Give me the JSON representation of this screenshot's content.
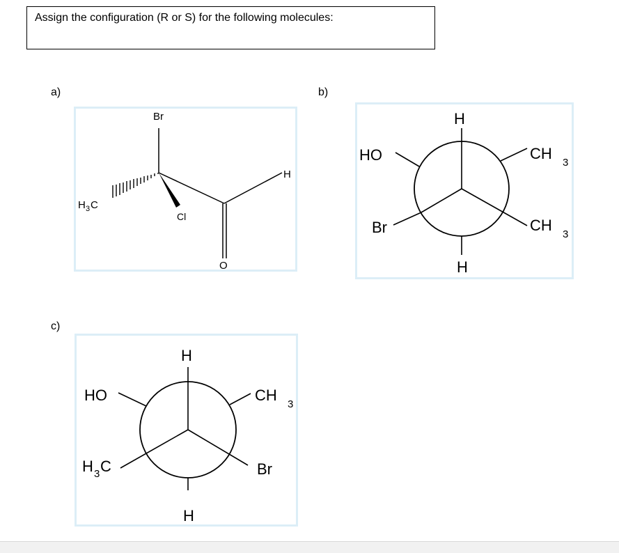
{
  "question": {
    "text": "Assign the configuration (R or S) for the following molecules:"
  },
  "parts": {
    "a": {
      "label": "a)",
      "atoms": {
        "top": "Br",
        "wedge": "Cl",
        "aldehyde_h": "H",
        "oxygen": "O",
        "methyl_h": "H",
        "methyl_3": "3",
        "methyl_c": "C"
      }
    },
    "b": {
      "label": "b)",
      "newman": {
        "front_top": "H",
        "front_left": "HO",
        "front_right_pre": "CH",
        "front_right_sub": "3",
        "back_left": "Br",
        "back_right_pre": "CH",
        "back_right_sub": "3",
        "bottom": "H"
      }
    },
    "c": {
      "label": "c)",
      "newman": {
        "front_top": "H",
        "front_left": "HO",
        "front_right_pre": "CH",
        "front_right_sub": "3",
        "back_left_pre": "H",
        "back_left_sub": "3",
        "back_left_post": "C",
        "back_right": "Br",
        "bottom": "H"
      }
    }
  }
}
